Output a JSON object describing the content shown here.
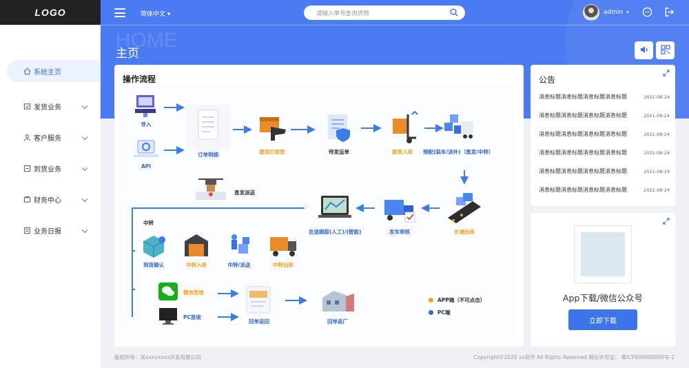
{
  "logo": "LOGO",
  "sidebar": {
    "items": [
      {
        "label": "系统主页",
        "icon": "home-icon"
      },
      {
        "label": "发货业务",
        "icon": "shipping-icon"
      },
      {
        "label": "客户服务",
        "icon": "customer-icon"
      },
      {
        "label": "到货业务",
        "icon": "arrival-icon"
      },
      {
        "label": "财务中心",
        "icon": "finance-icon"
      },
      {
        "label": "业务日报",
        "icon": "report-icon"
      }
    ]
  },
  "header": {
    "language": "简体中文",
    "search_placeholder": "请输入单号查询货物",
    "username": "admin"
  },
  "page": {
    "title_bg": "HOME",
    "title": "主页"
  },
  "flow": {
    "title": "操作流程",
    "nodes": {
      "import": "导入",
      "api": "API",
      "order_detail": "订单明细",
      "pickup_label": "提货打标签",
      "pending_waybill": "待发运单",
      "pickup_in": "提货入库",
      "allocation": "预配(装车/派外)（直发/中转）",
      "direct_delivery": "直发派送",
      "long_out": "长调出库",
      "truck_review": "发车审核",
      "tracking": "在途跟踪(人工)/(智能)",
      "transfer": "中转",
      "arrival_confirm": "到货确认",
      "transfer_in": "中转入库",
      "transfer_dispatch": "中转/派送",
      "transfer_out": "中转出库",
      "wechat_sign": "微信签收",
      "pc_sign": "PC签收",
      "receipt_back": "回单返回",
      "receipt_factory": "回单返厂"
    },
    "legend": {
      "app": "APP端（不可点击）",
      "pc": "PC端"
    },
    "colors": {
      "blue": "#3366d6",
      "orange": "#f3a11a",
      "accent": "#4a7bf2"
    }
  },
  "notice": {
    "title": "公告",
    "items": [
      {
        "text": "消息标题消息标题消息标题消息标题",
        "date": "2021-08-24"
      },
      {
        "text": "消息标题消息标题消息标题消息标题",
        "date": "2021-08-24"
      },
      {
        "text": "消息标题消息标题消息标题消息标题",
        "date": "2021-08-24"
      },
      {
        "text": "消息标题消息标题消息标题消息标题",
        "date": "2021-08-24"
      },
      {
        "text": "消息标题消息标题消息标题消息标题",
        "date": "2021-08-24"
      },
      {
        "text": "消息标题消息标题消息标题消息标题",
        "date": "2021-08-24"
      }
    ]
  },
  "app": {
    "label": "App下载/微信公众号",
    "button": "立即下载"
  },
  "footer": {
    "left": "版权所有：深xxxxxxxx开发有限公司",
    "right": "Copyright©2020 xx软件 All Rights Reserved 网站许可证： 粤ICP000000000号-2"
  }
}
